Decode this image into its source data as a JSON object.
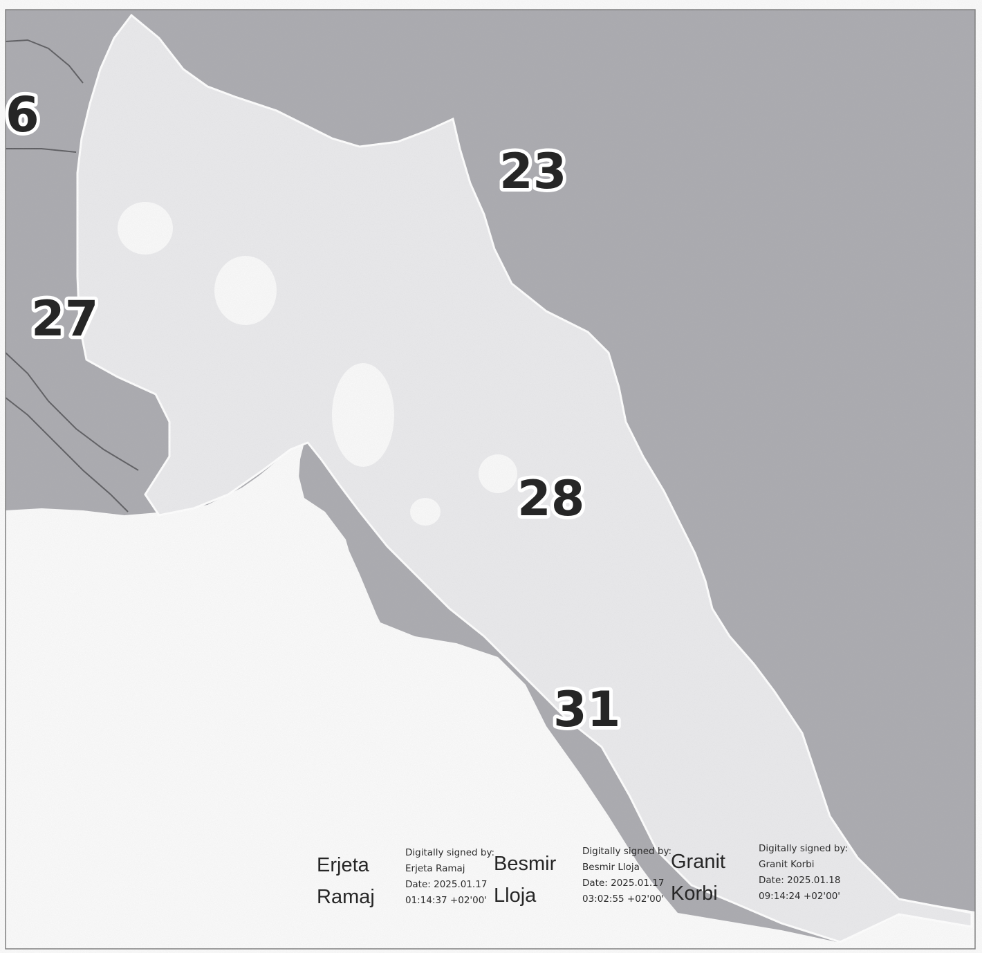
{
  "map": {
    "colors": {
      "water": "#a9a9ae",
      "land": "#e9e9ec",
      "blank": "#fbfbfb",
      "line": "#5a5a5e",
      "label_text": "#262626"
    },
    "parcel_labels": [
      "6",
      "27",
      "23",
      "28",
      "31"
    ]
  },
  "signatures": [
    {
      "first_name": "Erjeta",
      "last_name": "Ramaj",
      "line1": "Digitally signed by:",
      "line2": "Erjeta Ramaj",
      "line3": "Date: 2025.01.17",
      "line4": "01:14:37 +02'00'"
    },
    {
      "first_name": "Besmir",
      "last_name": "Lloja",
      "line1": "Digitally signed by:",
      "line2": "Besmir Lloja",
      "line3": "Date: 2025.01.17",
      "line4": "03:02:55 +02'00'"
    },
    {
      "first_name": "Granit",
      "last_name": "Korbi",
      "line1": "Digitally signed by:",
      "line2": "Granit Korbi",
      "line3": "Date: 2025.01.18",
      "line4": "09:14:24 +02'00'"
    }
  ]
}
